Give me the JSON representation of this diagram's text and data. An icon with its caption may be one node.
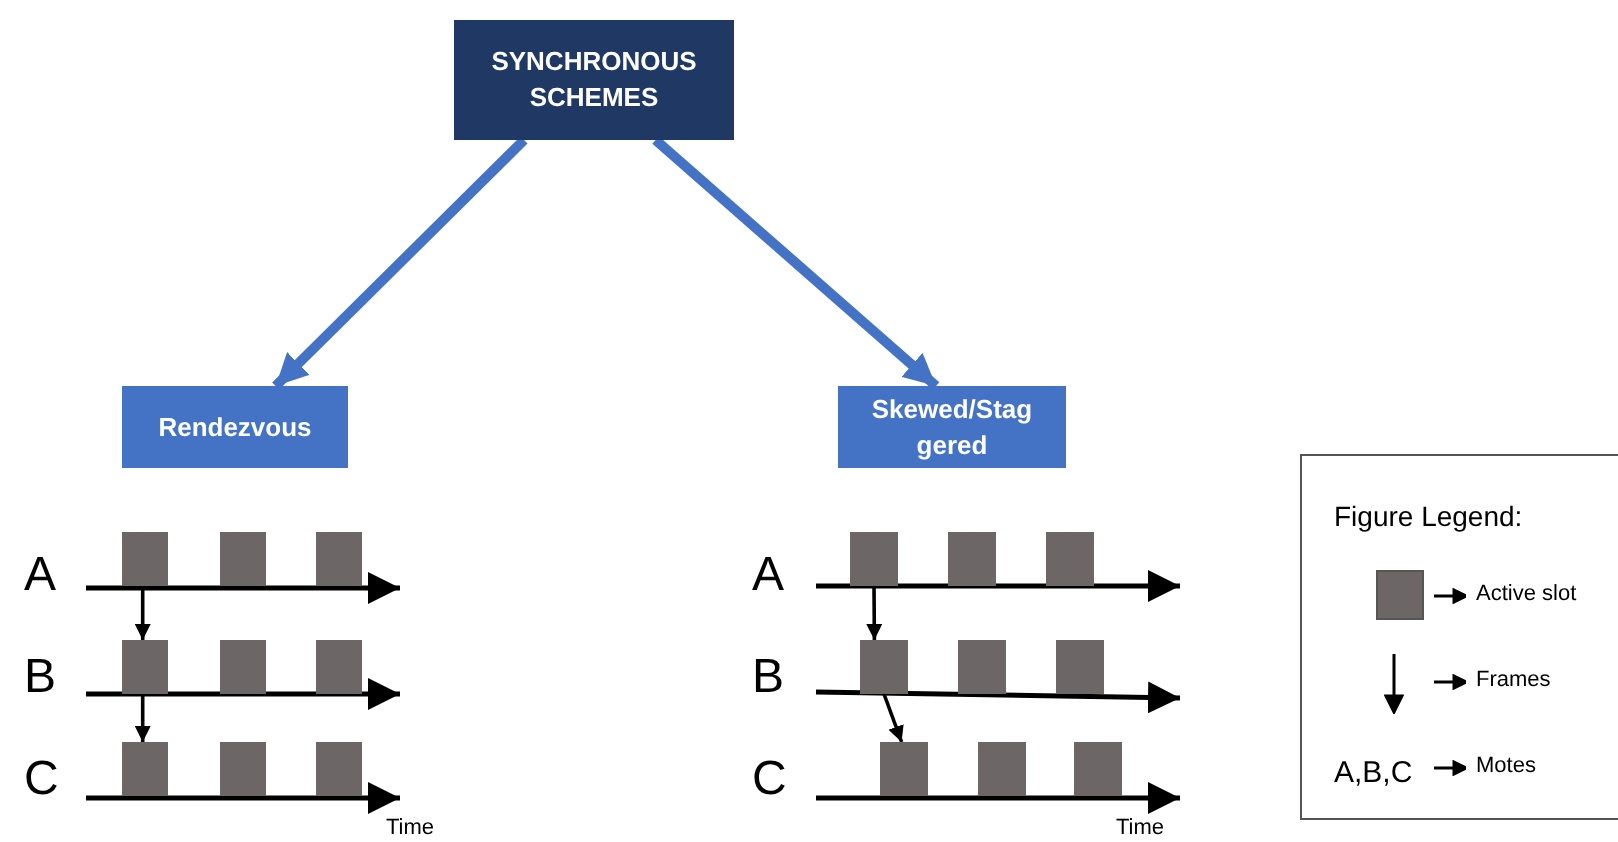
{
  "diagram": {
    "nodes": [
      {
        "text": [
          "SYNCHRONOUS SCHEMES"
        ]
      },
      {
        "text": [
          "Rendezvous"
        ]
      },
      {
        "text": [
          "Skewed/Stag gered"
        ]
      },
      {
        "text": [],
        "shape": "box"
      },
      {
        "text": [],
        "shape": "box"
      },
      {
        "text": [],
        "shape": "box"
      },
      {
        "text": [],
        "shape": "box"
      },
      {
        "text": [],
        "shape": "box"
      },
      {
        "text": [],
        "shape": "box"
      },
      {
        "text": [],
        "shape": "box"
      },
      {
        "text": [],
        "shape": "box"
      },
      {
        "text": [],
        "shape": "box"
      },
      {
        "text": [],
        "shape": "box"
      },
      {
        "text": [],
        "shape": "box"
      },
      {
        "text": [],
        "shape": "box"
      },
      {
        "text": [],
        "shape": "box"
      },
      {
        "text": [],
        "shape": "box"
      },
      {
        "text": [],
        "shape": "box"
      },
      {
        "text": [],
        "shape": "box"
      },
      {
        "text": [],
        "shape": "box"
      },
      {
        "text": [],
        "shape": "box"
      }
    ],
    "edges": [
      {
        "from": 0,
        "to": 1,
        "arrow": "to",
        "style": "thick",
        "color": "#4472c4"
      },
      {
        "from": 0,
        "to": 2,
        "arrow": "to",
        "style": "thick",
        "color": "#4472c4"
      },
      {
        "from": 3,
        "to": 6,
        "arrow": "to"
      },
      {
        "from": 6,
        "to": 9,
        "arrow": "to"
      },
      {
        "from": 12,
        "to": 15,
        "arrow": "to"
      },
      {
        "from": 15,
        "to": 18,
        "arrow": "to"
      }
    ],
    "labels": [
      "A",
      "B",
      "C",
      "Time",
      "A",
      "B",
      "C",
      "Time",
      "Figure Legend:",
      "A,B,C"
    ],
    "legend": [
      {
        "text": "Active slot",
        "color": "#6d6666"
      },
      {
        "text": "Frames"
      },
      {
        "text": "Motes"
      }
    ]
  }
}
